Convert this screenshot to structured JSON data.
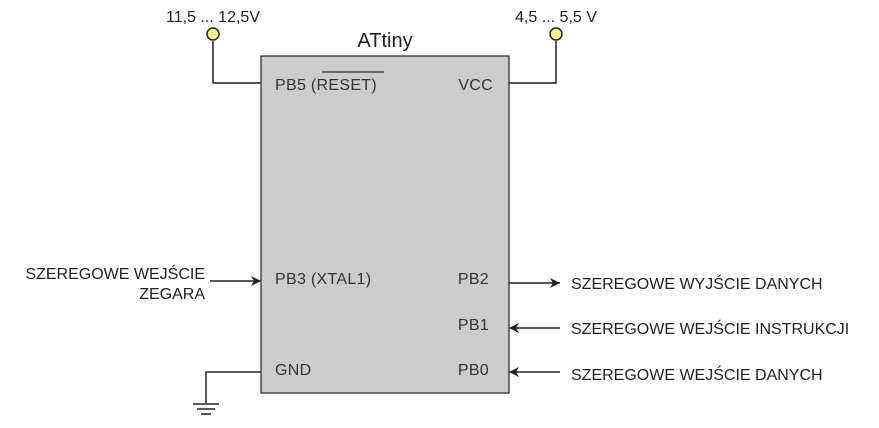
{
  "chip": {
    "title": "ATtiny",
    "body_color": "#cccccc",
    "pins": {
      "pb5_reset": "PB5 (RESET)",
      "vcc": "VCC",
      "pb3_xtal1": "PB3 (XTAL1)",
      "pb2": "PB2",
      "pb1": "PB1",
      "gnd": "GND",
      "pb0": "PB0"
    }
  },
  "supplies": {
    "reset_voltage": "11,5 ... 12,5V",
    "vcc_voltage": "4,5 ... 5,5 V",
    "terminal_color": "#f5f08a"
  },
  "signals": {
    "clock_in_line1": "SZEREGOWE WEJŚCIE",
    "clock_in_line2": "ZEGARA",
    "data_out": "SZEREGOWE WYJŚCIE DANYCH",
    "instruction_in": "SZEREGOWE WEJŚCIE INSTRUKCJI",
    "data_in": "SZEREGOWE WEJŚCIE DANYCH"
  }
}
